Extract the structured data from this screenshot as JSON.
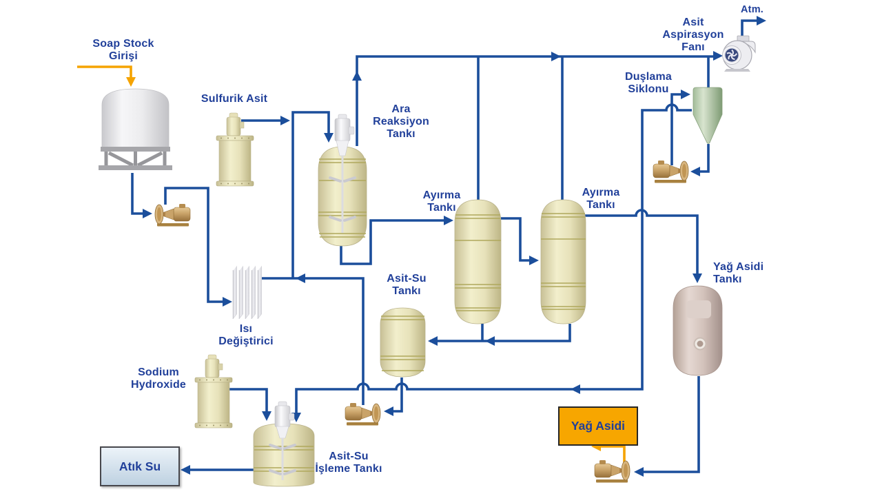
{
  "diagram": {
    "title": "Soap stock acidulation process flow diagram",
    "colors": {
      "pipe_blue": "#1B4E9B",
      "text_navy": "#21409A",
      "accent_orange": "#F5A300",
      "vessel_cream": "#E9E4BE",
      "vessel_band_olive": "#AFA85C",
      "cyclone_green": "#A9C4A0",
      "soap_tank_gray": "#EDEDEF",
      "fatty_tank_pink": "#D3C2BB",
      "pump_tan": "#C9A369",
      "waste_box_bg": "#CFE0ED",
      "product_box_bg": "#F7A600"
    },
    "labels": {
      "soap_stock": "Soap Stock\nGirişi",
      "sulfuric": "Sulfurik Asit",
      "reaction_tank": "Ara\nReaksiyon\nTankı",
      "separation_tank_1": "Ayırma\nTankı",
      "separation_tank_2": "Ayırma\nTankı",
      "aspiration_fan": "Asit\nAspirasyon\nFanı",
      "atm": "Atm.",
      "shower_cyclone": "Duşlama\nSiklonu",
      "fatty_acid_tank": "Yağ Asidi\nTankı",
      "acid_water_tank": "Asit-Su\nTankı",
      "heat_exchanger": "Isı\nDeğiştirici",
      "sodium_hydroxide": "Sodium\nHydroxide",
      "treatment_tank": "Asit-Su\nİşleme Tankı"
    },
    "boxes": {
      "waste_water": {
        "label": "Atık Su"
      },
      "fatty_acid": {
        "label": "Yağ Asidi"
      }
    }
  }
}
